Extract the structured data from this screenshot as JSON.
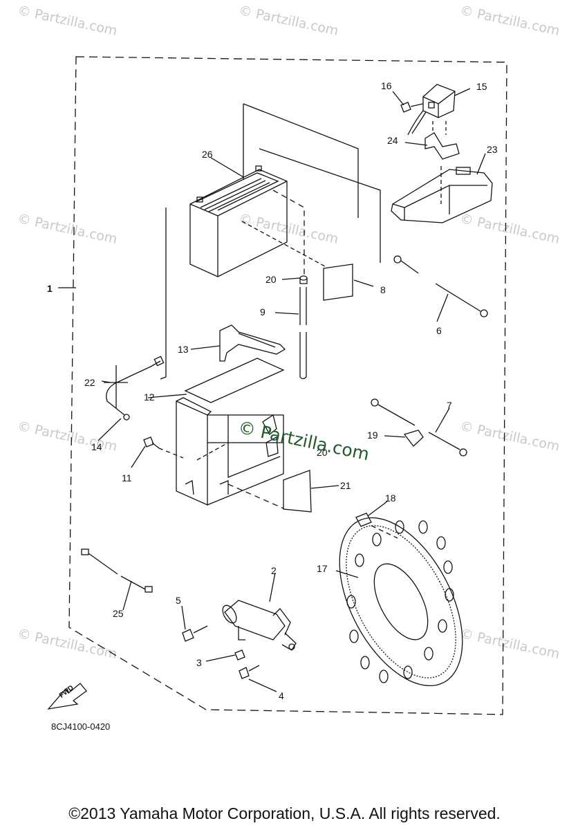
{
  "watermark": "© Partzilla.com",
  "center_logo": "© Partzilla.com",
  "callouts": {
    "c1": "1",
    "c2": "2",
    "c3": "3",
    "c4": "4",
    "c5": "5",
    "c6": "6",
    "c7": "7",
    "c8": "8",
    "c9": "9",
    "c11": "11",
    "c12": "12",
    "c13": "13",
    "c14": "14",
    "c15": "15",
    "c16": "16",
    "c17": "17",
    "c18": "18",
    "c19": "19",
    "c20a": "20",
    "c20b": "20",
    "c21": "21",
    "c22": "22",
    "c23": "23",
    "c24": "24",
    "c25": "25",
    "c26": "26"
  },
  "fwd_label": "FWD",
  "part_code": "8CJ4100-0420",
  "copyright": "©2013  Yamaha Motor Corporation, U.S.A. All rights reserved."
}
